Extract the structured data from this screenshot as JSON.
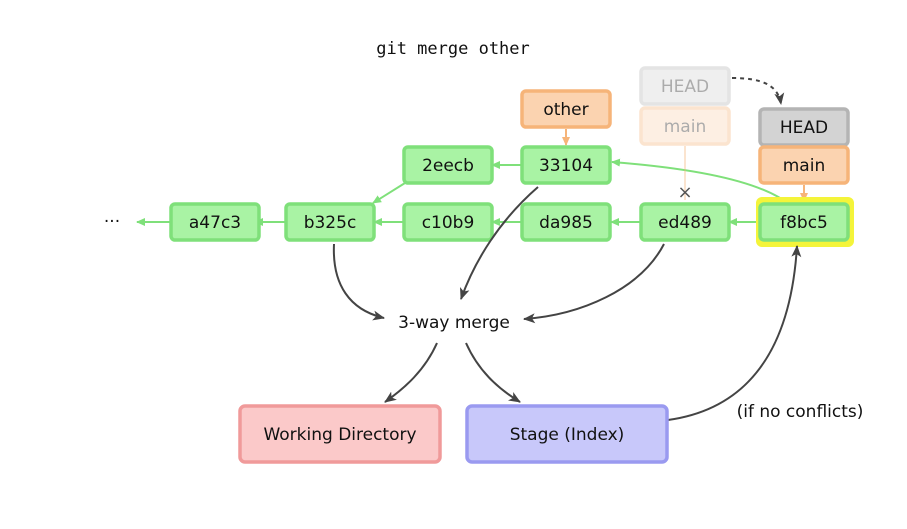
{
  "command": "git merge other",
  "ellipsis": "···",
  "commits": {
    "a47c3": "a47c3",
    "b325c": "b325c",
    "c10b9": "c10b9",
    "da985": "da985",
    "ed489": "ed489",
    "f8bc5": "f8bc5",
    "2eecb": "2eecb",
    "33104": "33104"
  },
  "refs": {
    "other": "other",
    "old_head": "HEAD",
    "old_main": "main",
    "head": "HEAD",
    "main": "main"
  },
  "moved_marker": "×",
  "merge_label": "3-way merge",
  "working_directory": "Working Directory",
  "stage": "Stage (Index)",
  "no_conflicts": "(if no conflicts)",
  "colors": {
    "commit_fill": "#a9f3a4",
    "commit_stroke": "#7fe07a",
    "ref_fill": "#fbd3b0",
    "ref_stroke": "#f6b479",
    "head_fill": "#d3d3d3",
    "head_stroke": "#b4b4b4",
    "highlight": "#f4f43a",
    "wd_fill": "#fbc9c9",
    "wd_stroke": "#f09a9a",
    "stage_fill": "#c8c8fa",
    "stage_stroke": "#9a9af0",
    "arrow_green": "#7fe07a",
    "arrow_dark": "#444444",
    "arrow_orange": "#f6b479"
  }
}
